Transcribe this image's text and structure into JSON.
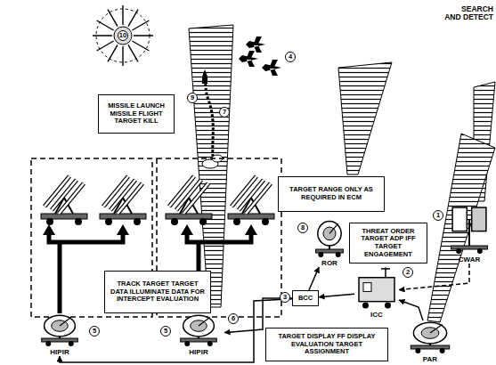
{
  "diagram": {
    "nodes": [
      {
        "text": [
          "MISSILE LAUNCH MISSILE FLIGHT TARGET KILL"
        ]
      },
      {
        "text": [
          "TARGET RANGE ONLY AS REQUIRED IN ECM"
        ]
      },
      {
        "text": [
          "ROR"
        ]
      },
      {
        "text": [
          "THREAT ORDER TARGET ADP IFF TARGET ENGAGEMENT"
        ]
      },
      {
        "text": [
          "CWAR"
        ]
      },
      {
        "text": [
          "BCC"
        ]
      },
      {
        "text": [
          "ICC"
        ]
      },
      {
        "text": [
          "TRACK TARGET TARGET DATA ILLUMINATE DATA FOR INTERCEPT EVALUATION"
        ]
      },
      {
        "text": [
          "HIPIR"
        ]
      },
      {
        "text": [
          "HIPIR"
        ]
      },
      {
        "text": [
          "TARGET DISPLAY FF DISPLAY EVALUATION TARGET ASSIGNMENT"
        ]
      },
      {
        "text": [
          "PAR"
        ]
      }
    ],
    "edges": [
      {
        "from": 4,
        "to": 6,
        "arrow": "to"
      },
      {
        "from": 6,
        "to": 5,
        "arrow": "to"
      },
      {
        "from": 5,
        "to": 2,
        "arrow": "to"
      },
      {
        "from": 5,
        "to": 9,
        "arrow": "to"
      },
      {
        "from": 5,
        "to": 8,
        "arrow": "to"
      },
      {
        "from": 11,
        "to": 6,
        "arrow": "to"
      }
    ],
    "labels": [
      "SEARCH AND DETECT",
      "10",
      "4",
      "9",
      "7",
      "8",
      "1",
      "3",
      "2",
      "5",
      "5",
      "6"
    ]
  }
}
